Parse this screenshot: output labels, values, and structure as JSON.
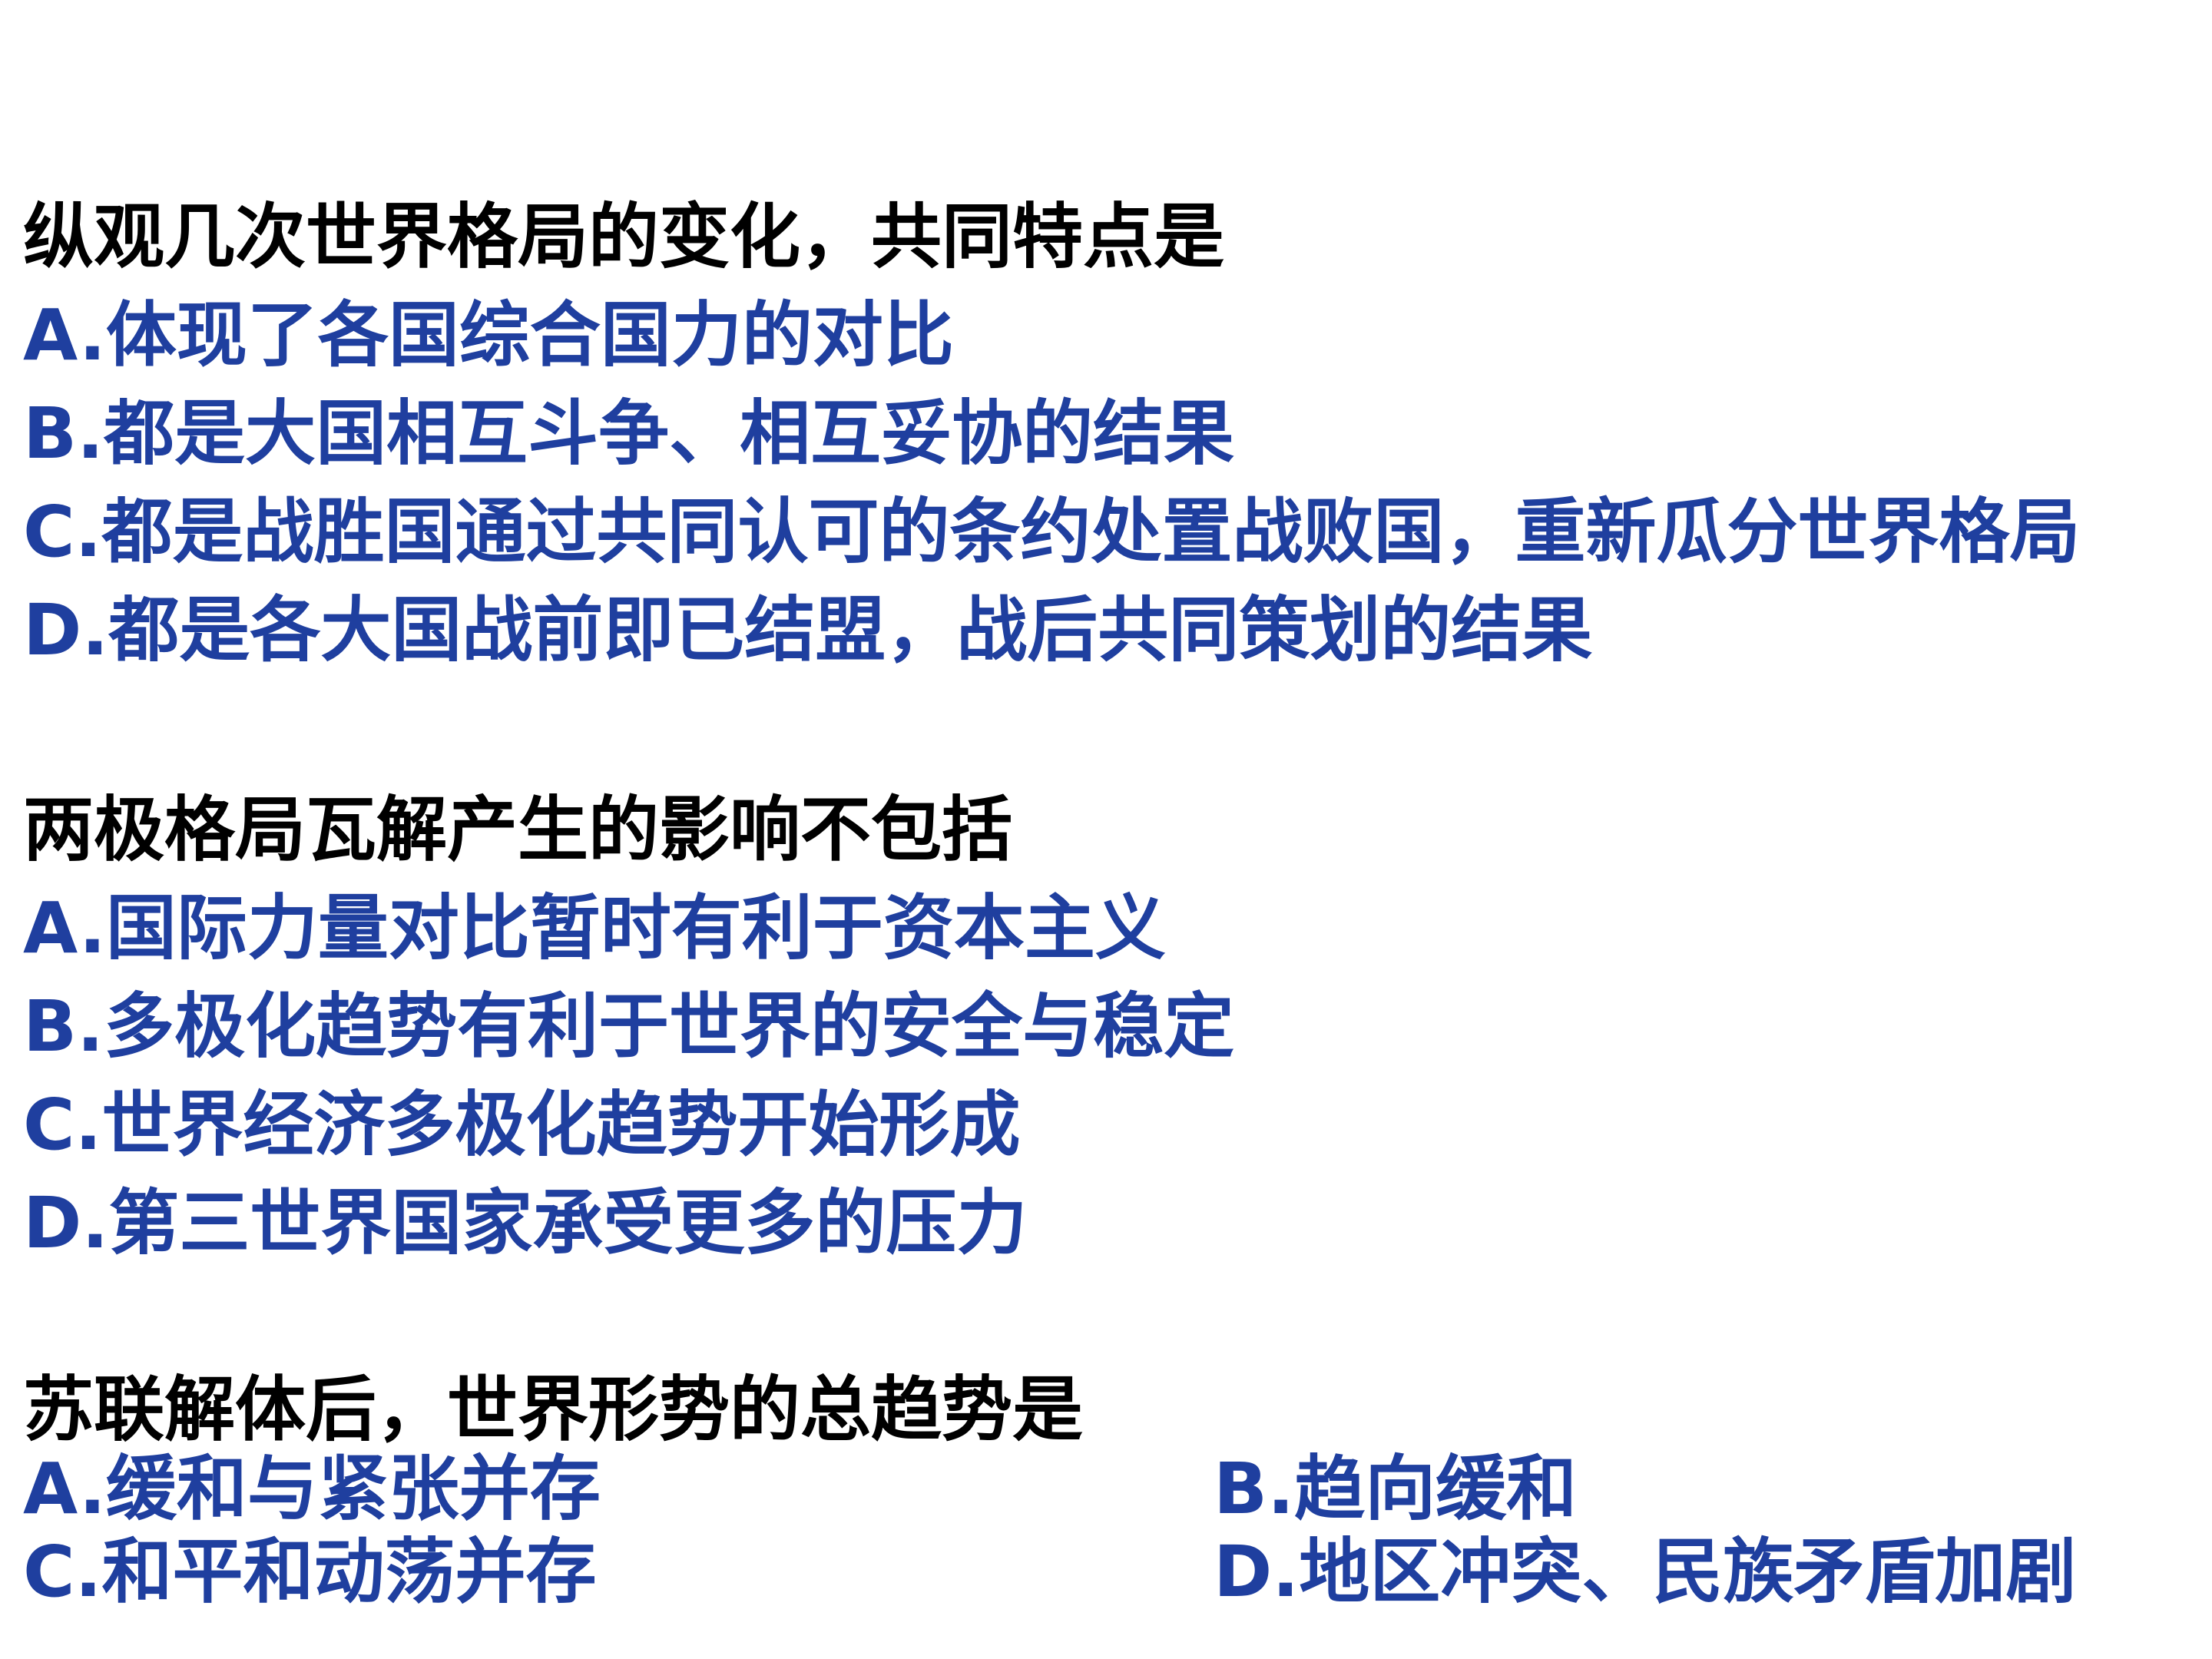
{
  "questions": [
    {
      "stem": "纵观几次世界格局的变化，共同特点是",
      "options": [
        "A.体现了各国综合国力的对比",
        "B.都是大国相互斗争、相互妥协的结果",
        "C.都是战胜国通过共同认可的条约处置战败国，重新瓜分世界格局",
        "D.都是各大国战前即已结盟，战后共同策划的结果"
      ]
    },
    {
      "stem": "两极格局瓦解产生的影响不包括",
      "options": [
        "A.国际力量对比暂时有利于资本主义",
        "B.多极化趋势有利于世界的安全与稳定",
        "C.世界经济多极化趋势开始形成",
        "D.第三世界国家承受更多的压力"
      ]
    },
    {
      "stem": "苏联解体后，世界形势的总趋势是",
      "options": [
        "A.缓和与紧张并存",
        "B.趋向缓和",
        "C.和平和动荡并存",
        "D.地区冲突、民族矛盾加剧"
      ]
    }
  ],
  "colors": {
    "stem": "#000000",
    "option": "#1f3f9f",
    "background": "#ffffff"
  }
}
